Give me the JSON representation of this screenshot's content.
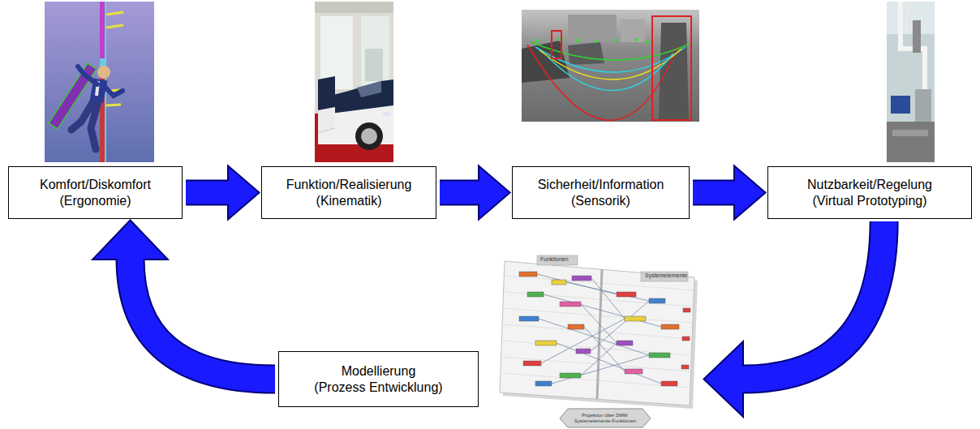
{
  "diagram": {
    "nodes": [
      {
        "text": [
          "Komfort/Diskomfort (Ergonomie)"
        ]
      },
      {
        "text": [
          "Funktion/Realisierung (Kinematik)"
        ]
      },
      {
        "text": [
          "Sicherheit/Information (Sensorik)"
        ]
      },
      {
        "text": [
          "Nutzbarkeit/Regelung (Virtual Prototyping)"
        ]
      },
      {
        "text": [
          "Modellierung (Prozess Entwicklung)"
        ]
      }
    ],
    "edges": [
      {
        "from": 0,
        "to": 1,
        "arrow": "to"
      },
      {
        "from": 1,
        "to": 2,
        "arrow": "to"
      },
      {
        "from": 2,
        "to": 3,
        "arrow": "to"
      },
      {
        "from": 3,
        "to": 4,
        "arrow": "to"
      },
      {
        "from": 4,
        "to": 0,
        "arrow": "to"
      }
    ],
    "labels": [
      "Funktionen",
      "Systemelemente",
      "Projektion über DMM: Systemelemente-Funktionen"
    ]
  }
}
